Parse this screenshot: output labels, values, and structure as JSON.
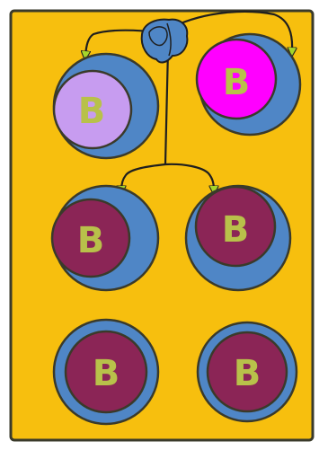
{
  "colors": {
    "background": "#f7bf0e",
    "border": "#3a3a2a",
    "outer_blue": "#4f86c6",
    "lavender": "#c79cf0",
    "magenta": "#ff00ff",
    "maroon": "#8b2556",
    "letter": "#b8c14a",
    "arrow": "#1f1f1f",
    "arrow_head": "#a5d62a"
  },
  "figure": {
    "source_icon": "dividing-cell-icon",
    "cells": [
      {
        "id": "top-left",
        "letter": "B",
        "fill": "lavender",
        "budding": true
      },
      {
        "id": "top-right",
        "letter": "B",
        "fill": "magenta",
        "budding": true
      },
      {
        "id": "middle-left",
        "letter": "B",
        "fill": "maroon",
        "budding": true
      },
      {
        "id": "middle-right",
        "letter": "B",
        "fill": "maroon",
        "budding": true
      },
      {
        "id": "bottom-left",
        "letter": "B",
        "fill": "maroon",
        "budding": false
      },
      {
        "id": "bottom-right",
        "letter": "B",
        "fill": "maroon",
        "budding": false
      }
    ]
  }
}
